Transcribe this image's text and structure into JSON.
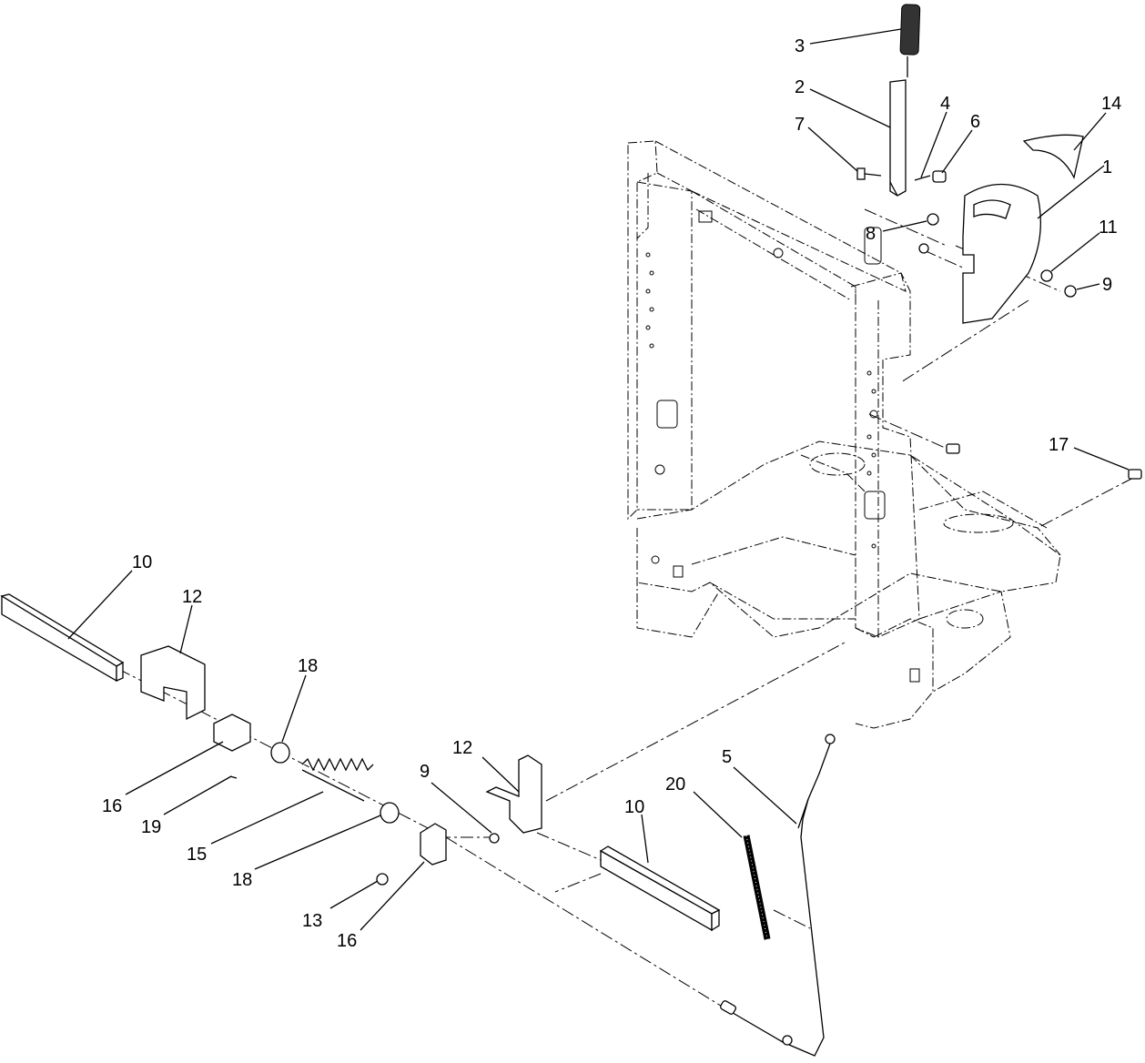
{
  "callouts": {
    "c1": "1",
    "c2": "2",
    "c3": "3",
    "c4": "4",
    "c5": "5",
    "c6": "6",
    "c7": "7",
    "c8": "8",
    "c9a": "9",
    "c9b": "9",
    "c10a": "10",
    "c10b": "10",
    "c11": "11",
    "c12a": "12",
    "c12b": "12",
    "c13": "13",
    "c14": "14",
    "c15": "15",
    "c16a": "16",
    "c16b": "16",
    "c17": "17",
    "c18a": "18",
    "c18b": "18",
    "c19": "19",
    "c20": "20"
  }
}
